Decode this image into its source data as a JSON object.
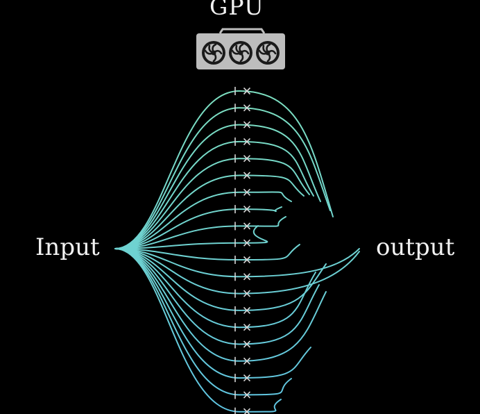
{
  "labels": {
    "gpu": "GPU",
    "input": "Input",
    "output": "output"
  },
  "icons": {
    "gpu_card": "graphics-card-icon",
    "fan": "fan-icon"
  },
  "colors": {
    "background": "#000000",
    "label_text": "#f2f2f2",
    "gpu_card_fill": "#bdbdbd",
    "gpu_card_dark": "#1a1a1a",
    "curve_top": "#7ee0c0",
    "curve_bottom": "#5fc4e2",
    "marker": "#d8d8d8"
  },
  "diagram": {
    "path_count": 20,
    "marker_pairs_count": 20
  }
}
